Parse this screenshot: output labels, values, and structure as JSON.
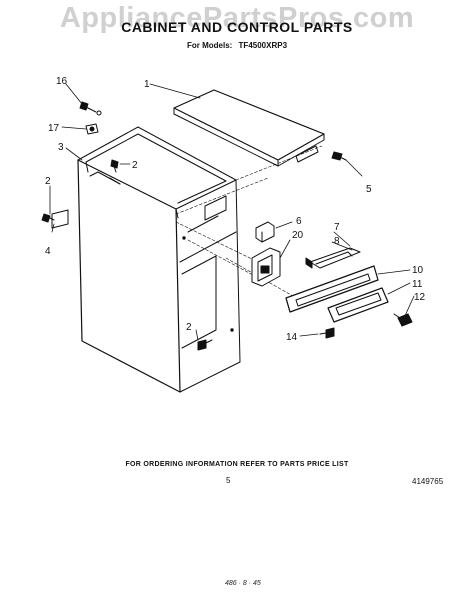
{
  "watermark": "AppliancePartsPros.com",
  "header": {
    "title": "CABINET AND CONTROL PARTS",
    "models_label": "For Models:",
    "model": "TF4500XRP3"
  },
  "callouts": {
    "c1": "1",
    "c2a": "2",
    "c2b": "2",
    "c2c": "2",
    "c3": "3",
    "c4": "4",
    "c5": "5",
    "c6": "6",
    "c7": "7",
    "c8": "8",
    "c10": "10",
    "c11": "11",
    "c12": "12",
    "c14": "14",
    "c16": "16",
    "c17": "17",
    "c20": "20"
  },
  "footer": {
    "note": "FOR ORDERING INFORMATION REFER TO PARTS PRICE LIST",
    "page_number": "5",
    "doc_number": "4149765",
    "handwritten": "486 · 8 · 45"
  },
  "colors": {
    "ink": "#111111",
    "watermark": "#969696",
    "background": "#ffffff"
  }
}
